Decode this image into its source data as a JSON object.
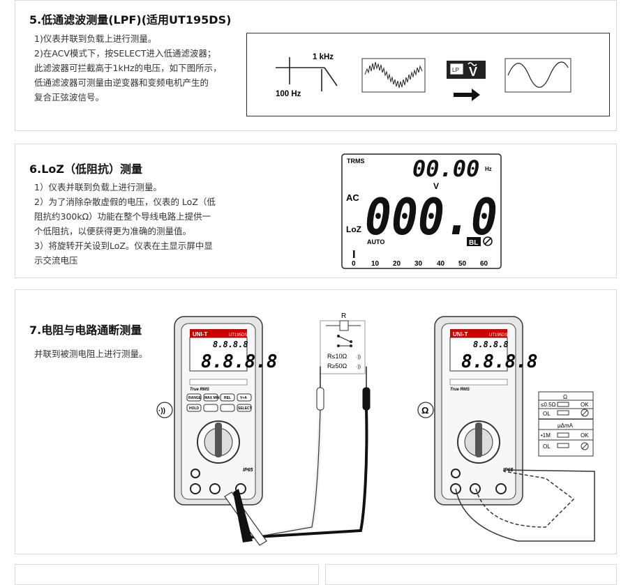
{
  "section5": {
    "title": "5.低通滤波测量(LPF)(适用UT195DS)",
    "lines": [
      "1)仪表并联到负载上进行测量。",
      "2)在ACV模式下，按SELECT进入低通滤波器；",
      "此滤波器可拦截高于1kHz的电压，如下图所示，",
      "低通滤波器可测量由逆变器和变频电机产生的",
      "复合正弦波信号。"
    ],
    "diagram": {
      "label_1khz": "1 kHz",
      "label_100hz": "100 Hz",
      "button_label": "V"
    }
  },
  "section6": {
    "title": "6.LoZ（低阻抗）测量",
    "lines": [
      "1）仪表并联到负载上进行测量。",
      "2）为了消除杂散虚假的电压，仪表的 LoZ（低",
      "阻抗约300kΩ）功能在整个导线电路上提供一",
      "个低阻抗，以便获得更为准确的测量值。",
      "3）将旋转开关设到LoZ。仪表在主显示屏中显",
      "示交流电压"
    ],
    "lcd": {
      "trms": "TRMS",
      "small_digits": "00.00",
      "hz": "Hz",
      "v": "V",
      "ac": "AC",
      "main_digits": "000.0",
      "loz": "LoZ",
      "auto": "AUTO",
      "bl": "BL",
      "scale": [
        "0",
        "10",
        "20",
        "30",
        "40",
        "50",
        "60"
      ]
    }
  },
  "section7": {
    "title": "7.电阻与电路通断测量",
    "lines": [
      "并联到被测电阻上进行测量。"
    ],
    "meter": {
      "brand": "UNI-T",
      "model": "UT195DS",
      "digits_small": "8.8.8.8",
      "digits_main": "8.8.8.8",
      "true_rms": "True RMS",
      "btn_row1": [
        "RANGE",
        "MAX MIN",
        "REL",
        "V+A"
      ],
      "btn_row2": [
        "HOLD",
        "",
        "",
        "SELECT"
      ],
      "ip": "IP65"
    },
    "resistor": {
      "r": "R",
      "rule1": "R≤10Ω",
      "rule2": "R≥50Ω"
    },
    "continuity_symbol": "·))",
    "ohm_symbol": "Ω",
    "table": {
      "header1": "Ω",
      "row1": [
        "≤0.5Ω",
        "OK"
      ],
      "row2": [
        "OL",
        ""
      ],
      "header2": "μΔmA",
      "row3": [
        "•1M",
        "OK"
      ],
      "row4": [
        "OL",
        ""
      ]
    }
  }
}
